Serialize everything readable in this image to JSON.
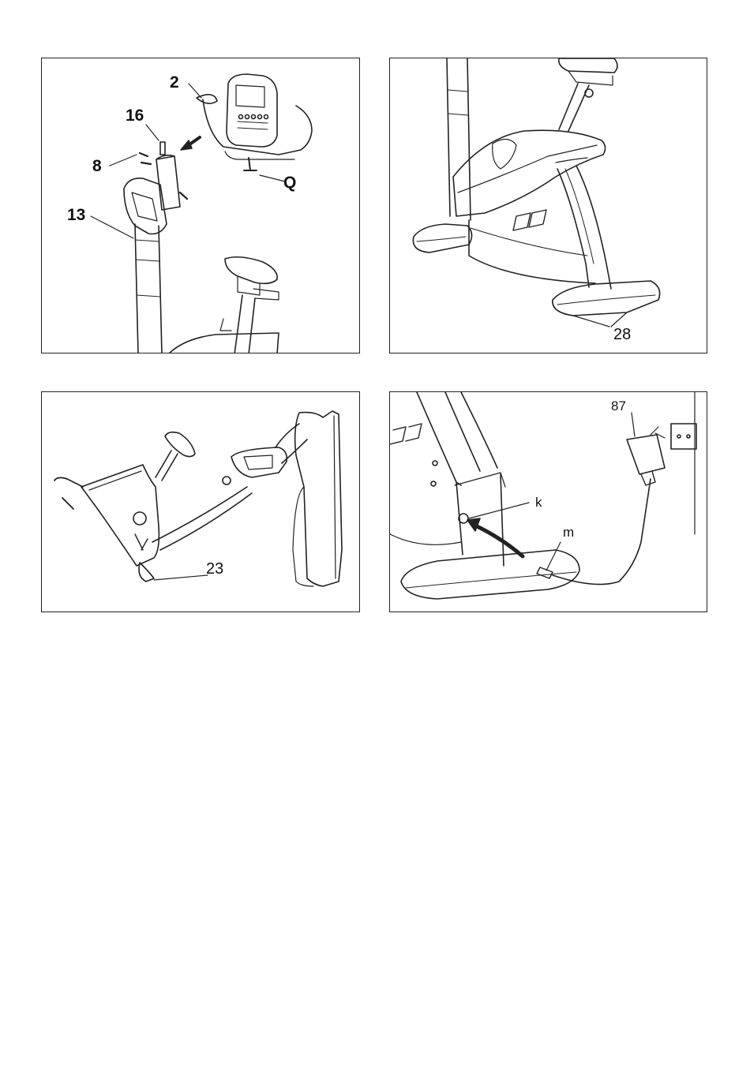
{
  "panels": [
    {
      "id": "panel-1",
      "labels": {
        "l2": "2",
        "l16": "16",
        "l8": "8",
        "l13": "13",
        "lQ": "Q"
      }
    },
    {
      "id": "panel-2",
      "labels": {
        "l28": "28"
      }
    },
    {
      "id": "panel-3",
      "labels": {
        "l23": "23"
      }
    },
    {
      "id": "panel-4",
      "labels": {
        "l87": "87",
        "lk": "k",
        "lm": "m"
      }
    }
  ],
  "colors": {
    "line": "#222222",
    "background": "#ffffff"
  },
  "icons": [
    "arrow-icon",
    "power-adapter-icon",
    "wall-socket-icon",
    "bh-logo"
  ]
}
